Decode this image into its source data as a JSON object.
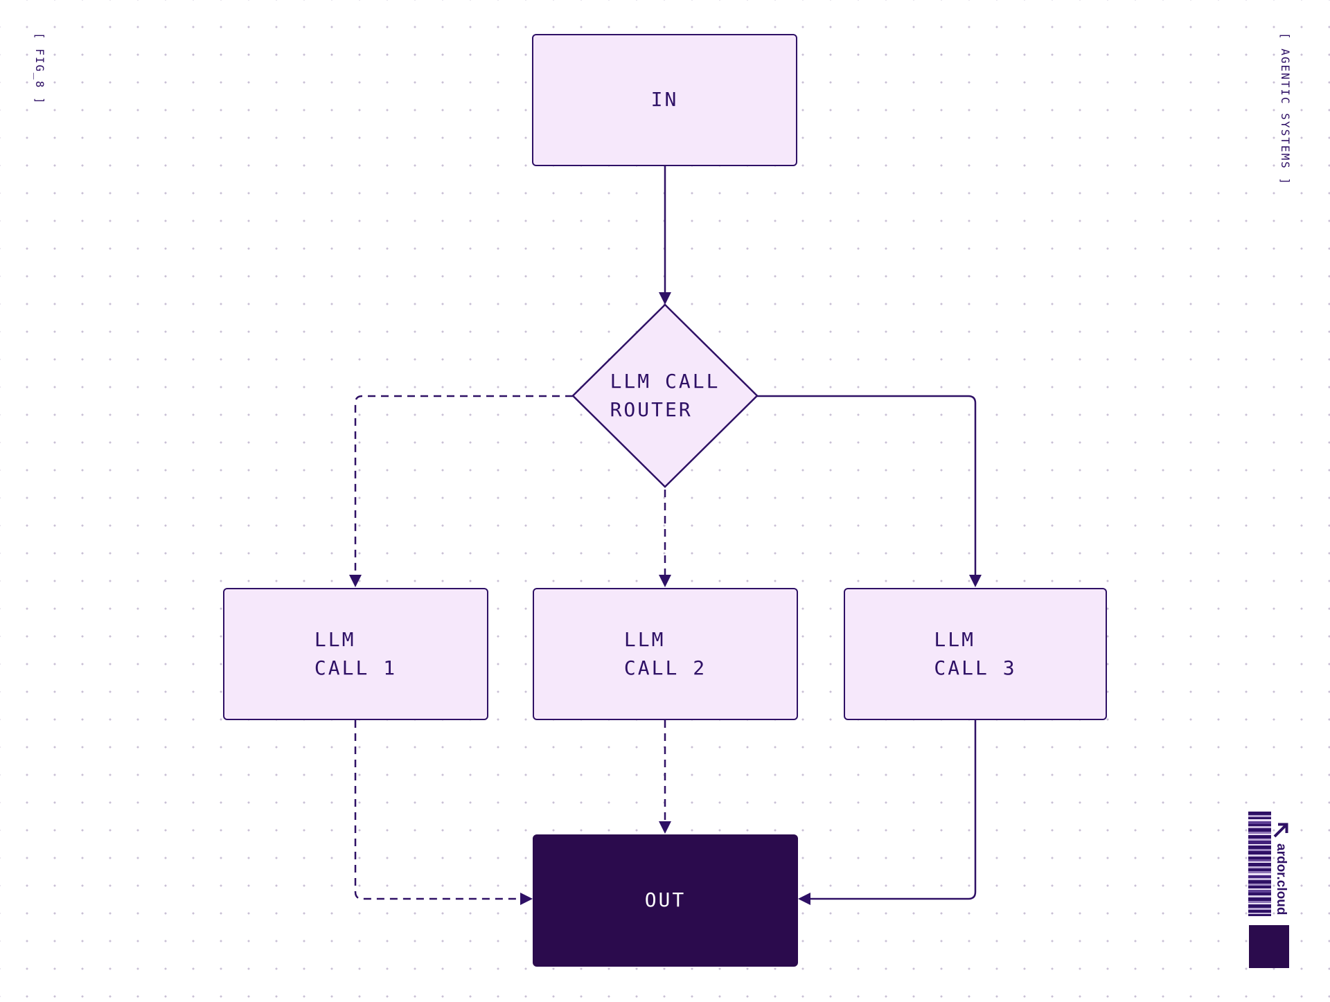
{
  "page": {
    "fig_label": "[ FIG_8 ]",
    "series_label": "[ AGENTIC SYSTEMS ]"
  },
  "diagram": {
    "type": "flowchart",
    "nodes": {
      "in": {
        "label": "IN",
        "shape": "rectangle"
      },
      "router": {
        "label": "LLM CALL\nROUTER",
        "shape": "diamond"
      },
      "call1": {
        "label": "LLM\nCALL 1",
        "shape": "rectangle"
      },
      "call2": {
        "label": "LLM\nCALL 2",
        "shape": "rectangle"
      },
      "call3": {
        "label": "LLM\nCALL 3",
        "shape": "rectangle"
      },
      "out": {
        "label": "OUT",
        "shape": "rectangle"
      }
    },
    "edges": [
      {
        "from": "in",
        "to": "router",
        "style": "solid"
      },
      {
        "from": "router",
        "to": "call1",
        "style": "dashed"
      },
      {
        "from": "router",
        "to": "call2",
        "style": "dashed"
      },
      {
        "from": "router",
        "to": "call3",
        "style": "solid"
      },
      {
        "from": "call1",
        "to": "out",
        "style": "dashed"
      },
      {
        "from": "call2",
        "to": "out",
        "style": "dashed"
      },
      {
        "from": "call3",
        "to": "out",
        "style": "solid"
      }
    ]
  },
  "branding": {
    "logo_text": "ardor.cloud",
    "logo_icon": "arrow-up-right-icon"
  },
  "colors": {
    "accent": "#2e1065",
    "node_fill": "#f6e8fb",
    "out_fill": "#2b0b4d",
    "dot_grid": "#c9c0d5",
    "background": "#ffffff"
  }
}
